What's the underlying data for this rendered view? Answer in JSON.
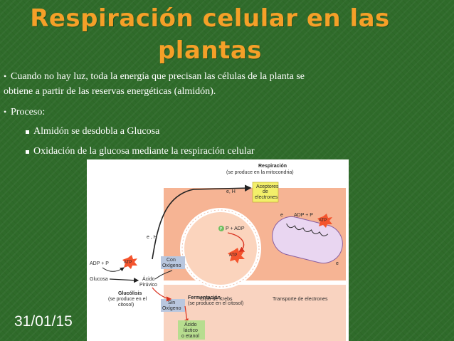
{
  "slide": {
    "title_line1": "Respiración celular en las",
    "title_line2": "plantas",
    "bullet1_line1": "Cuando no hay luz, toda la energía que precisan las células de la planta se",
    "bullet1_line2": "obtiene a partir de las reservas energéticas (almidón).",
    "bullet2": "Proceso:",
    "sub1": "Almidón se desdobla a Glucosa",
    "sub2": "Oxidación de la glucosa mediante la respiración celular",
    "date": "31/01/15",
    "bullet_symbol": "•"
  },
  "diagram": {
    "respiracion_title": "Respiración",
    "respiracion_sub": "(se produce en la mitocondria)",
    "aceptores_1": "Aceptores",
    "aceptores_2": "de",
    "aceptores_3": "electrones",
    "eh_top": "e, H",
    "eh_mid": "e , H",
    "p_adp": "P + ADP",
    "atp_center": "ATP",
    "adp_p_right": "ADP + P",
    "atp_right": "ATP",
    "e_small_1": "e",
    "e_small_2": "e",
    "ciclo": "Ciclo de Krebs",
    "transporte": "Transporte de electrones",
    "adp_p_left": "ADP + P",
    "atp_left": "ATP",
    "glucosa": "Glucosa",
    "acido_1": "Ácido",
    "acido_2": "Pirúvico",
    "con_1": "Con",
    "con_2": "Oxígeno",
    "sin_1": "Sin",
    "sin_2": "Oxígeno",
    "glucolisis_1": "Glucólisis",
    "glucolisis_2": "(se produce en el",
    "glucolisis_3": "citosol)",
    "fermentacion_1": "Fermentación",
    "fermentacion_2": "(se produce en el citosol)",
    "lactico_1": "Ácido",
    "lactico_2": "láctico",
    "lactico_3": "o etanol",
    "colors": {
      "mito_bg": "#f6b494",
      "ferm_bg": "#f9d3c0",
      "yellow": "#f3ef6a",
      "blue_box": "#b9c7df",
      "atp_burst": "#f4542d",
      "green_p": "#6fbf60"
    }
  }
}
